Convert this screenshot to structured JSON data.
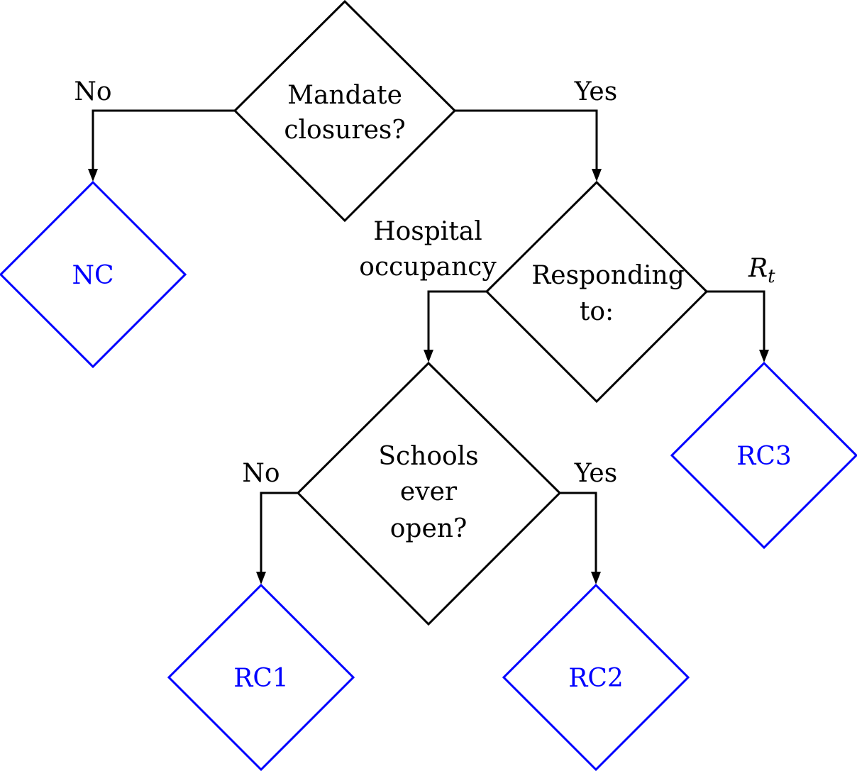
{
  "decisions": {
    "mandate": {
      "line1": "Mandate",
      "line2": "closures?"
    },
    "responding": {
      "line1": "Responding",
      "line2": "to:"
    },
    "schools": {
      "line1": "Schools",
      "line2": "ever",
      "line3": "open?"
    }
  },
  "edge_labels": {
    "mandate_no": "No",
    "mandate_yes": "Yes",
    "responding_left_line1": "Hospital",
    "responding_left_line2": "occupancy",
    "responding_right_base": "R",
    "responding_right_sub": "t",
    "schools_no": "No",
    "schools_yes": "Yes"
  },
  "outcomes": {
    "nc": "NC",
    "rc1": "RC1",
    "rc2": "RC2",
    "rc3": "RC3"
  },
  "colors": {
    "decision_stroke": "#000000",
    "outcome_stroke": "#0000ff",
    "outcome_text": "#0000ff"
  }
}
